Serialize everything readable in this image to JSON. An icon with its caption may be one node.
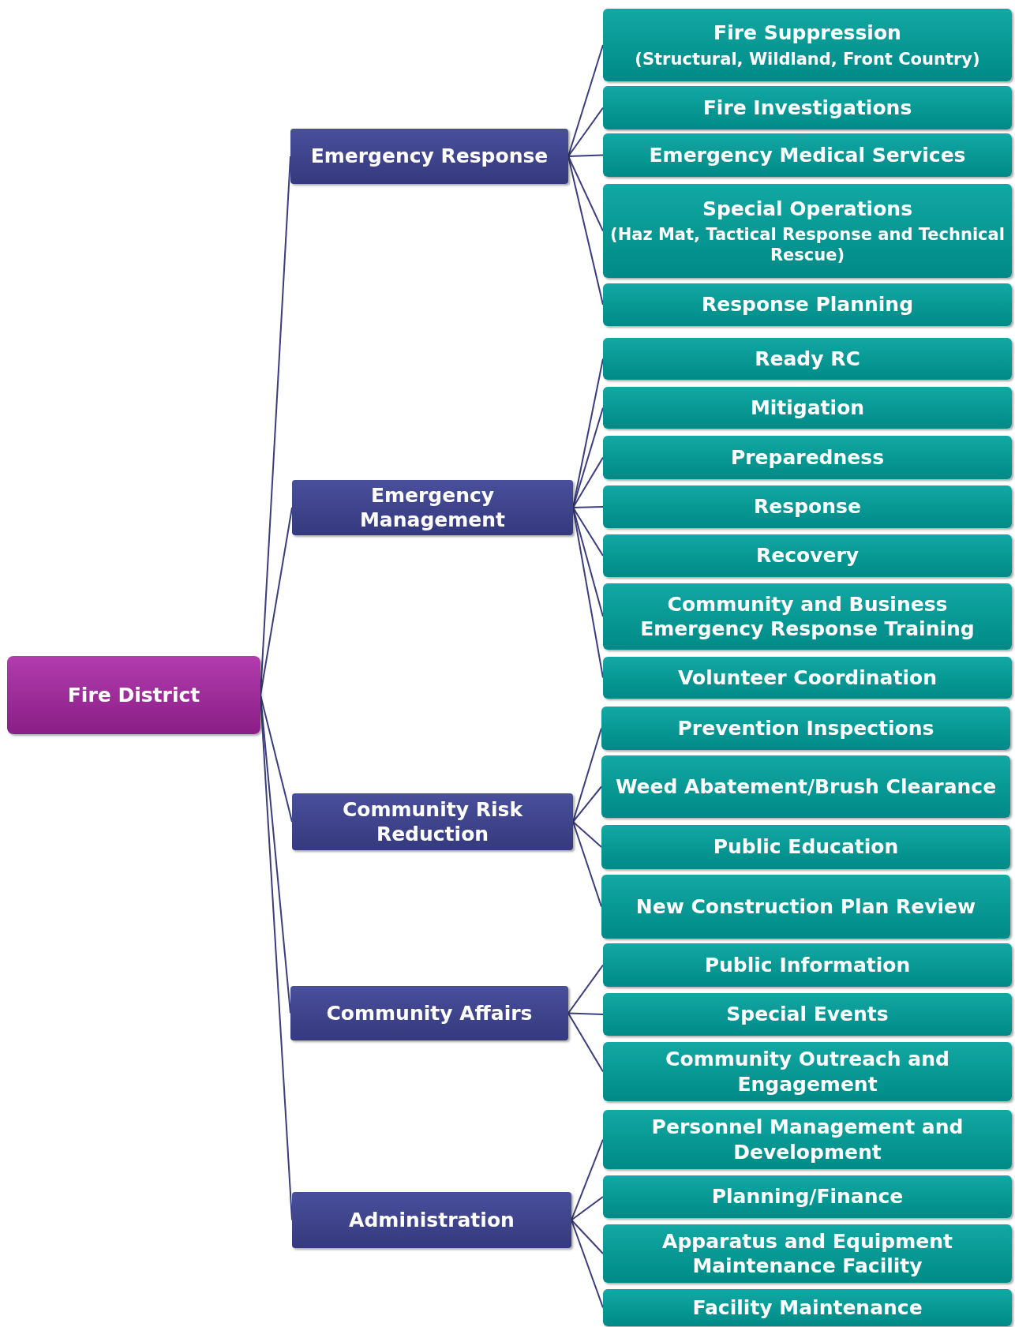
{
  "diagram": {
    "nodes": [
      {
        "text": [
          "Fire District"
        ]
      },
      {
        "text": [
          "Emergency Response"
        ]
      },
      {
        "text": [
          "Emergency Management"
        ]
      },
      {
        "text": [
          "Community Risk Reduction"
        ]
      },
      {
        "text": [
          "Community Affairs"
        ]
      },
      {
        "text": [
          "Administration"
        ]
      },
      {
        "text": [
          "Fire Suppression",
          "(Structural, Wildland, Front Country)"
        ]
      },
      {
        "text": [
          "Fire Investigations"
        ]
      },
      {
        "text": [
          "Emergency Medical Services"
        ]
      },
      {
        "text": [
          "Special Operations",
          "(Haz Mat, Tactical Response and Technical Rescue)"
        ]
      },
      {
        "text": [
          "Response Planning"
        ]
      },
      {
        "text": [
          "Ready RC"
        ]
      },
      {
        "text": [
          "Mitigation"
        ]
      },
      {
        "text": [
          "Preparedness"
        ]
      },
      {
        "text": [
          "Response"
        ]
      },
      {
        "text": [
          "Recovery"
        ]
      },
      {
        "text": [
          "Community and Business Emergency Response Training"
        ]
      },
      {
        "text": [
          "Volunteer Coordination"
        ]
      },
      {
        "text": [
          "Prevention Inspections"
        ]
      },
      {
        "text": [
          "Weed Abatement/Brush Clearance"
        ]
      },
      {
        "text": [
          "Public Education"
        ]
      },
      {
        "text": [
          "New Construction Plan Review"
        ]
      },
      {
        "text": [
          "Public Information"
        ]
      },
      {
        "text": [
          "Special Events"
        ]
      },
      {
        "text": [
          "Community Outreach and Engagement"
        ]
      },
      {
        "text": [
          "Personnel Management and Development"
        ]
      },
      {
        "text": [
          "Planning/Finance"
        ]
      },
      {
        "text": [
          "Apparatus and Equipment Maintenance Facility"
        ]
      },
      {
        "text": [
          "Facility Maintenance"
        ]
      }
    ],
    "edges": [
      {
        "from": 0,
        "to": 1,
        "arrow": "none"
      },
      {
        "from": 0,
        "to": 2,
        "arrow": "none"
      },
      {
        "from": 0,
        "to": 3,
        "arrow": "none"
      },
      {
        "from": 0,
        "to": 4,
        "arrow": "none"
      },
      {
        "from": 0,
        "to": 5,
        "arrow": "none"
      },
      {
        "from": 1,
        "to": 6,
        "arrow": "none"
      },
      {
        "from": 1,
        "to": 7,
        "arrow": "none"
      },
      {
        "from": 1,
        "to": 8,
        "arrow": "none"
      },
      {
        "from": 1,
        "to": 9,
        "arrow": "none"
      },
      {
        "from": 1,
        "to": 10,
        "arrow": "none"
      },
      {
        "from": 2,
        "to": 11,
        "arrow": "none"
      },
      {
        "from": 2,
        "to": 12,
        "arrow": "none"
      },
      {
        "from": 2,
        "to": 13,
        "arrow": "none"
      },
      {
        "from": 2,
        "to": 14,
        "arrow": "none"
      },
      {
        "from": 2,
        "to": 15,
        "arrow": "none"
      },
      {
        "from": 2,
        "to": 16,
        "arrow": "none"
      },
      {
        "from": 2,
        "to": 17,
        "arrow": "none"
      },
      {
        "from": 3,
        "to": 18,
        "arrow": "none"
      },
      {
        "from": 3,
        "to": 19,
        "arrow": "none"
      },
      {
        "from": 3,
        "to": 20,
        "arrow": "none"
      },
      {
        "from": 3,
        "to": 21,
        "arrow": "none"
      },
      {
        "from": 4,
        "to": 22,
        "arrow": "none"
      },
      {
        "from": 4,
        "to": 23,
        "arrow": "none"
      },
      {
        "from": 4,
        "to": 24,
        "arrow": "none"
      },
      {
        "from": 5,
        "to": 25,
        "arrow": "none"
      },
      {
        "from": 5,
        "to": 26,
        "arrow": "none"
      },
      {
        "from": 5,
        "to": 27,
        "arrow": "none"
      },
      {
        "from": 5,
        "to": 28,
        "arrow": "none"
      }
    ]
  }
}
